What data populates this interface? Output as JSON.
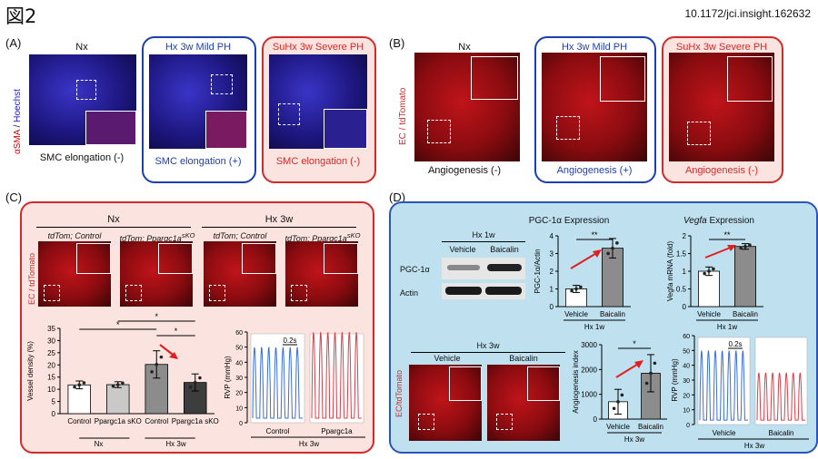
{
  "title": "図2",
  "doi": "10.1172/jci.insight.162632",
  "panelA": {
    "label": "(A)",
    "ylabel_red": "αSMA",
    "ylabel_sep": " / ",
    "ylabel_blue": "Hoechst",
    "cols": [
      "Nx",
      "Hx 3w Mild PH",
      "SuHx 3w Severe PH"
    ],
    "captions": [
      "SMC elongation (-)",
      "SMC elongation (+)",
      "SMC elongation (-)"
    ]
  },
  "panelB": {
    "label": "(B)",
    "ylabel": "EC / tdTomato",
    "cols": [
      "Nx",
      "Hx 3w Mild PH",
      "SuHx 3w Severe PH"
    ],
    "captions": [
      "Angiogenesis (-)",
      "Angiogenesis (+)",
      "Angiogenesis (-)"
    ]
  },
  "panelC": {
    "label": "(C)",
    "groups": [
      "Nx",
      "Hx 3w"
    ],
    "img_titles": [
      "tdTom; Control",
      "tdTom; Ppargc1a",
      "tdTom; Control",
      "tdTom; Ppargc1a"
    ],
    "ko_sup": "sKO",
    "ylabel": "EC / tdTomato",
    "scale": "0.2s",
    "rvp_ylabel": "RVP (mmHg)",
    "rvp_labels": [
      "Control",
      "Ppargc1a"
    ],
    "rvp_group": "Hx 3w"
  },
  "panelD": {
    "label": "(D)",
    "pgc_title": "PGC-1α  Expression",
    "vegfa_title_italic": "Vegfa",
    "vegfa_title_rest": "  Expression",
    "blot_cond": "Hx 1w",
    "blot_cols": [
      "Vehicle",
      "Baicalin"
    ],
    "blot_rows": [
      "PGC-1α",
      "Actin"
    ],
    "pgc_ylabel": "PGC-1α/Actin",
    "vegfa_ylabel": "Vegfa mRNA  (fold)",
    "xgroup_1w": "Hx 1w",
    "img_cond": "Hx 3w",
    "img_cols": [
      "Vehicle",
      "Baicalin"
    ],
    "img_ylabel": "EC/tdTomato",
    "ang_ylabel": "Angiogenesis index",
    "xgroup_3w": "Hx 3w",
    "rvp_ylabel": "RVP (mmHg)",
    "rvp_labels": [
      "Vehicle",
      "Baicalin"
    ],
    "rvp_group": "Hx 3w",
    "scale": "0.2s"
  },
  "chart_data": [
    {
      "type": "bar",
      "ylabel": "Vessel density (%)",
      "categories": [
        "Control",
        "Ppargc1a sKO",
        "Control",
        "Ppargc1a sKO"
      ],
      "groups": [
        "Nx",
        "Nx",
        "Hx 3w",
        "Hx 3w"
      ],
      "values": [
        11.8,
        11.9,
        20.2,
        12.8
      ],
      "errors": [
        1.6,
        1.2,
        5.6,
        3.5
      ],
      "ylim": [
        0,
        35
      ],
      "yticks": [
        0,
        5,
        10,
        15,
        20,
        25,
        30,
        35
      ],
      "colors": [
        "#ffffff",
        "#c9c9c9",
        "#8c8c8c",
        "#3d3d3d"
      ],
      "significance": [
        "*",
        "*",
        "*"
      ]
    },
    {
      "type": "bar",
      "ylabel": "PGC-1α/Actin",
      "categories": [
        "Vehicle",
        "Baicalin"
      ],
      "values": [
        1.0,
        3.3
      ],
      "errors": [
        0.2,
        0.55
      ],
      "ylim": [
        0,
        4
      ],
      "yticks": [
        0,
        1,
        2,
        3,
        4
      ],
      "colors": [
        "#ffffff",
        "#8c8c8c"
      ],
      "significance": [
        "**"
      ]
    },
    {
      "type": "bar",
      "ylabel": "Vegfa mRNA (fold)",
      "categories": [
        "Vehicle",
        "Baicalin"
      ],
      "values": [
        1.0,
        1.7
      ],
      "errors": [
        0.12,
        0.08
      ],
      "ylim": [
        0,
        2
      ],
      "yticks": [
        0,
        0.5,
        1,
        1.5,
        2
      ],
      "colors": [
        "#ffffff",
        "#8c8c8c"
      ],
      "significance": [
        "**"
      ]
    },
    {
      "type": "bar",
      "ylabel": "Angiogenesis index",
      "categories": [
        "Vehicle",
        "Baicalin"
      ],
      "values": [
        700,
        1850
      ],
      "errors": [
        500,
        750
      ],
      "ylim": [
        0,
        3000
      ],
      "yticks": [
        0,
        1000,
        2000,
        3000
      ],
      "colors": [
        "#ffffff",
        "#8c8c8c"
      ],
      "significance": [
        "*"
      ]
    },
    {
      "type": "line",
      "ylabel": "RVP (mmHg)",
      "series": [
        {
          "name": "Control"
        },
        {
          "name": "Ppargc1a"
        }
      ],
      "ylim": [
        0,
        60
      ],
      "yticks": [
        0,
        10,
        20,
        30,
        40,
        50,
        60
      ],
      "peaks": [
        50,
        60
      ]
    },
    {
      "type": "line",
      "ylabel": "RVP (mmHg)",
      "series": [
        {
          "name": "Vehicle"
        },
        {
          "name": "Baicalin"
        }
      ],
      "ylim": [
        0,
        60
      ],
      "yticks": [
        0,
        10,
        20,
        30,
        40,
        50,
        60
      ],
      "peaks": [
        50,
        35
      ]
    }
  ]
}
